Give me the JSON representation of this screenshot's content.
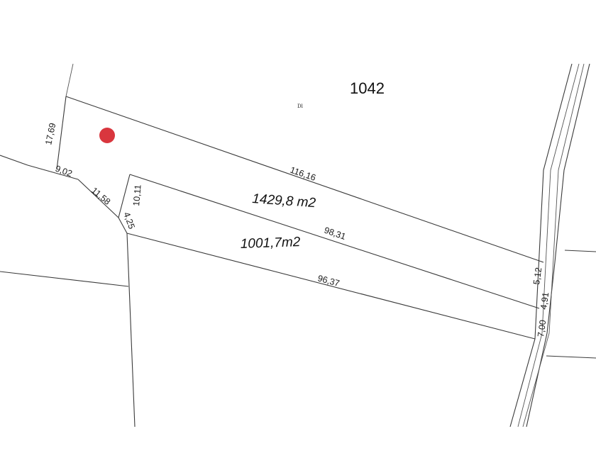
{
  "map": {
    "parcel_number": "1042",
    "tiny_label": "Dl",
    "areas": {
      "upper": "1429,8 m2",
      "lower": "1001,7m2"
    },
    "dimensions": {
      "d_17_69": "17,69",
      "d_9_02": "9,02",
      "d_11_58": "11,58",
      "d_10_11": "10,11",
      "d_4_25": "4,25",
      "d_116_16": "116,16",
      "d_98_31": "98,31",
      "d_96_37": "96,37",
      "d_5_12": "5,12",
      "d_4_91": "4,91",
      "d_7_00": "7,00"
    },
    "marker": {
      "color": "#d9363e",
      "icon": "location-dot-icon"
    },
    "colors": {
      "line": "#3a3a3a",
      "background": "#ffffff"
    }
  }
}
